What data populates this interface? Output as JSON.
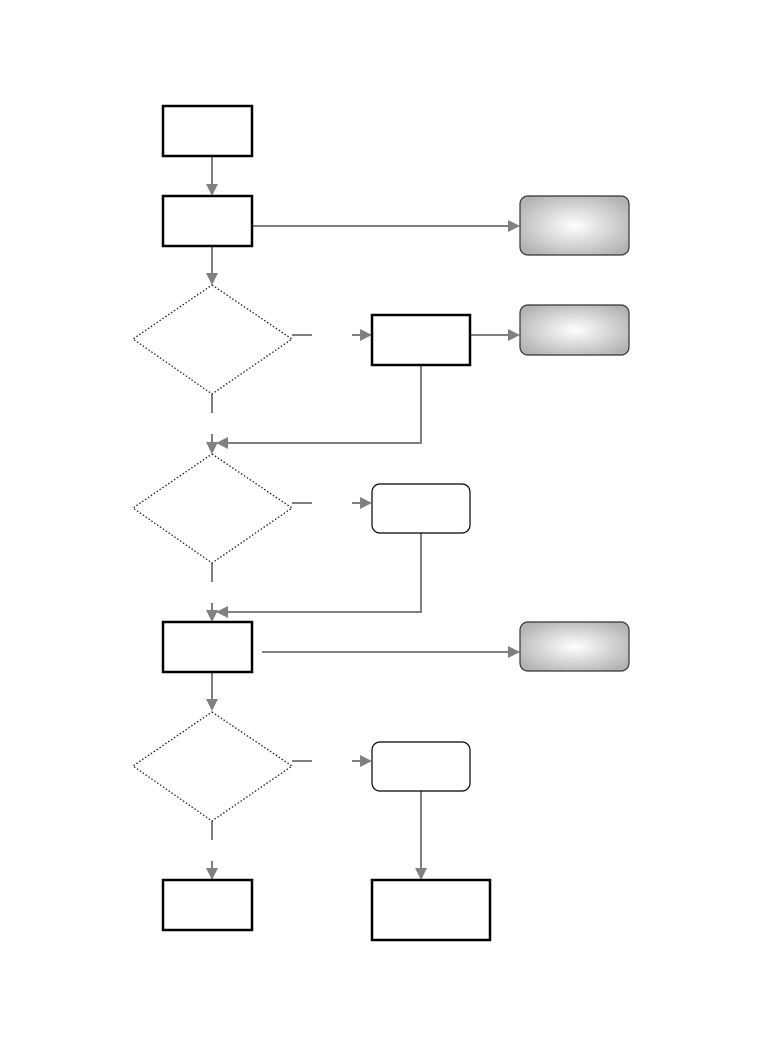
{
  "diagram": {
    "type": "flowchart",
    "nodes": [
      {
        "id": "start-box",
        "shape": "rectangle",
        "text": ""
      },
      {
        "id": "step-box-1",
        "shape": "rectangle",
        "text": ""
      },
      {
        "id": "decision-1",
        "shape": "diamond",
        "text": ""
      },
      {
        "id": "process-box-1",
        "shape": "rectangle",
        "text": ""
      },
      {
        "id": "decision-2",
        "shape": "diamond",
        "text": ""
      },
      {
        "id": "process-box-2",
        "shape": "rounded-rectangle",
        "text": ""
      },
      {
        "id": "step-box-2",
        "shape": "rectangle",
        "text": ""
      },
      {
        "id": "decision-3",
        "shape": "diamond",
        "text": ""
      },
      {
        "id": "process-box-3",
        "shape": "rounded-rectangle",
        "text": ""
      },
      {
        "id": "end-box-1",
        "shape": "rectangle",
        "text": ""
      },
      {
        "id": "end-box-2",
        "shape": "rectangle",
        "text": ""
      },
      {
        "id": "output-box-1",
        "shape": "rounded-rectangle-gradient",
        "text": ""
      },
      {
        "id": "output-box-2",
        "shape": "rounded-rectangle-gradient",
        "text": ""
      },
      {
        "id": "output-box-3",
        "shape": "rounded-rectangle-gradient",
        "text": ""
      }
    ],
    "edges": [
      {
        "from": "start-box",
        "to": "step-box-1"
      },
      {
        "from": "step-box-1",
        "to": "output-box-1"
      },
      {
        "from": "step-box-1",
        "to": "decision-1"
      },
      {
        "from": "decision-1",
        "to": "process-box-1"
      },
      {
        "from": "process-box-1",
        "to": "output-box-2"
      },
      {
        "from": "process-box-1",
        "to": "decision-2"
      },
      {
        "from": "decision-1",
        "to": "decision-2"
      },
      {
        "from": "decision-2",
        "to": "process-box-2"
      },
      {
        "from": "process-box-2",
        "to": "step-box-2"
      },
      {
        "from": "decision-2",
        "to": "step-box-2"
      },
      {
        "from": "step-box-2",
        "to": "output-box-3"
      },
      {
        "from": "step-box-2",
        "to": "decision-3"
      },
      {
        "from": "decision-3",
        "to": "process-box-3"
      },
      {
        "from": "process-box-3",
        "to": "end-box-2"
      },
      {
        "from": "decision-3",
        "to": "end-box-1"
      }
    ],
    "colors": {
      "connector": "#808080",
      "box_border": "#000000",
      "output_fill_center": "#ffffff",
      "output_fill_edge": "#b3b3b3"
    }
  }
}
